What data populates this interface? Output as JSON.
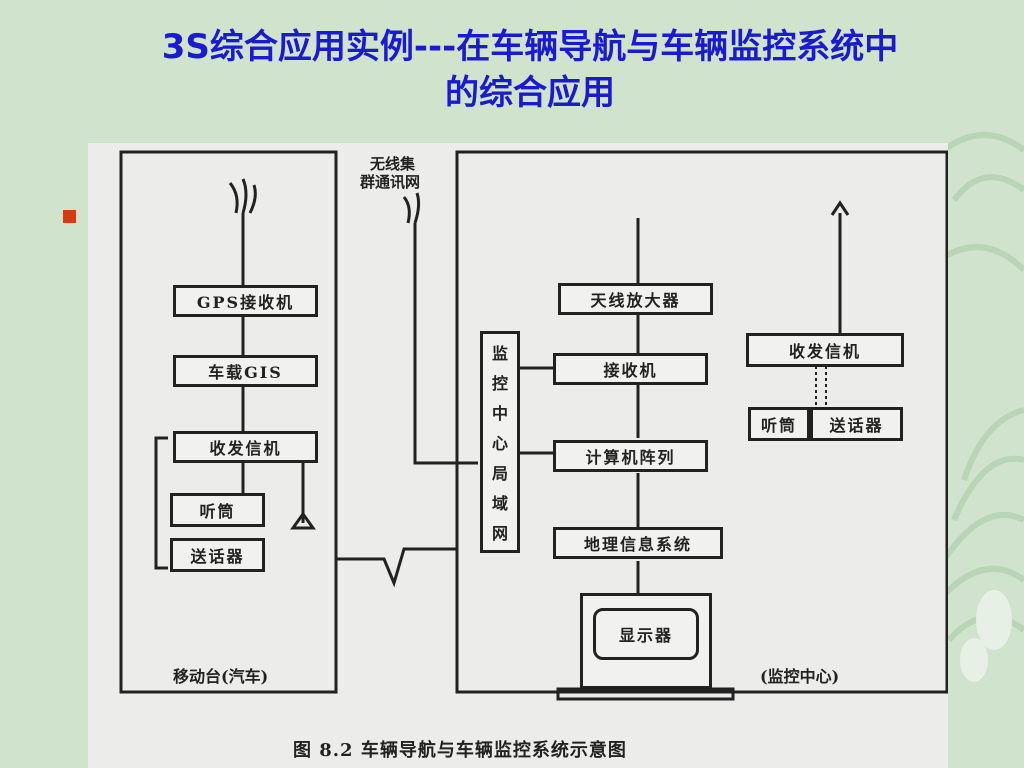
{
  "title": {
    "line1": "3S综合应用实例---在车辆导航与车辆监控系统中",
    "line2": "的综合应用"
  },
  "diagram": {
    "wireless_label_1": "无线集",
    "wireless_label_2": "群通讯网",
    "mobile": {
      "gps": "GPS接收机",
      "gis": "车载GIS",
      "transceiver": "收发信机",
      "earpiece": "听筒",
      "microphone": "送话器",
      "caption": "移动台(汽车)"
    },
    "center": {
      "lan": [
        "监",
        "控",
        "中",
        "心",
        "局",
        "域",
        "网"
      ],
      "antenna_amp": "天线放大器",
      "receiver": "接收机",
      "computer_array": "计算机阵列",
      "gis": "地理信息系统",
      "display": "显示器",
      "transceiver": "收发信机",
      "earpiece": "听筒",
      "microphone": "送话器",
      "caption": "(监控中心)"
    },
    "figure_caption": "图 8.2    车辆导航与车辆监控系统示意图"
  },
  "colors": {
    "title": "#1a1ad0",
    "bullet": "#d23c0f",
    "background": "#cfe3cd"
  }
}
